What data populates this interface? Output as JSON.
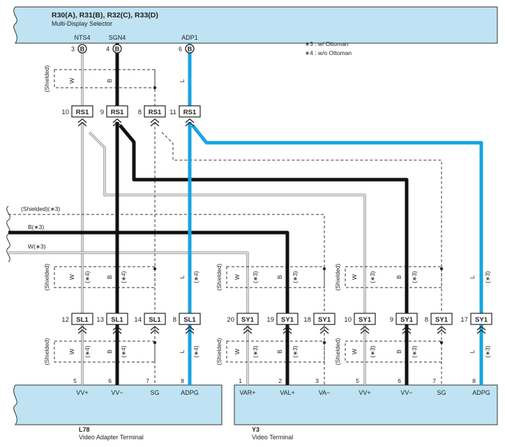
{
  "top_component": {
    "title": "R30(A), R31(B), R32(C), R33(D)",
    "subtitle": "Multi-Display Selector",
    "pins": [
      {
        "num": "3",
        "letter": "B",
        "name": "NTS4"
      },
      {
        "num": "4",
        "letter": "B",
        "name": "SGN4"
      },
      {
        "num": "6",
        "letter": "B",
        "name": "ADP1"
      }
    ]
  },
  "legend": {
    "items": [
      "∗3 : w/ Ottoman",
      "∗4 : w/o Ottoman"
    ]
  },
  "connectors_top": [
    {
      "num": "10",
      "name": "RS1"
    },
    {
      "num": "9",
      "name": "RS1"
    },
    {
      "num": "8",
      "name": "RS1"
    },
    {
      "num": "11",
      "name": "RS1"
    }
  ],
  "connectors_mid_left": [
    {
      "num": "12",
      "name": "SL1"
    },
    {
      "num": "13",
      "name": "SL1"
    },
    {
      "num": "14",
      "name": "SL1"
    },
    {
      "num": "8",
      "name": "SL1"
    }
  ],
  "connectors_mid_right": [
    {
      "num": "20",
      "name": "SY1"
    },
    {
      "num": "19",
      "name": "SY1"
    },
    {
      "num": "18",
      "name": "SY1"
    },
    {
      "num": "10",
      "name": "SY1"
    },
    {
      "num": "9",
      "name": "SY1"
    },
    {
      "num": "8",
      "name": "SY1"
    },
    {
      "num": "17",
      "name": "SY1"
    }
  ],
  "wire_labels": {
    "shielded": "(Shielded)",
    "w": "W",
    "b": "B",
    "l": "L",
    "note3": "(∗3)",
    "note4": "(∗4)",
    "branch_shielded": "(Shielded)(∗3)",
    "branch_b": "B(∗3)",
    "branch_w": "W(∗3)"
  },
  "bottom_left_component": {
    "code": "L78",
    "name": "Video Adapter Terminal",
    "pins": [
      {
        "num": "5",
        "name": "VV+"
      },
      {
        "num": "6",
        "name": "VV−"
      },
      {
        "num": "7",
        "name": "SG"
      },
      {
        "num": "8",
        "name": "ADPG"
      }
    ]
  },
  "bottom_right_component": {
    "code": "Y3",
    "name": "Video Terminal",
    "pins": [
      {
        "num": "1",
        "name": "VAR+"
      },
      {
        "num": "2",
        "name": "VAL+"
      },
      {
        "num": "3",
        "name": "VA−"
      },
      {
        "num": "5",
        "name": "VV+"
      },
      {
        "num": "6",
        "name": "VV−"
      },
      {
        "num": "7",
        "name": "SG"
      },
      {
        "num": "8",
        "name": "ADPG"
      }
    ]
  },
  "colors": {
    "component_fill": "#bfe3f2",
    "blue_wire": "#1aa3e0",
    "black_wire": "#111111",
    "outline": "#333333"
  }
}
